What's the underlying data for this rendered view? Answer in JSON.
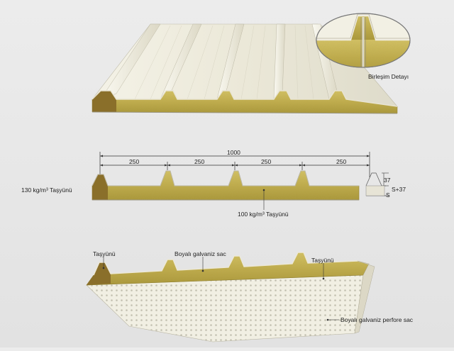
{
  "section1": {
    "detail_label": "Birleşim Detayı"
  },
  "section2": {
    "total_width": "1000",
    "spacings": [
      "250",
      "250",
      "250",
      "250"
    ],
    "left_label": "130 kg/m³ Taşyünü",
    "bottom_label": "100  kg/m³ Taşyünü",
    "rib_height": "37",
    "thickness_label": "S+37",
    "thickness_symbol": "S"
  },
  "section3": {
    "label_left": "Taşyünü",
    "label_top": "Boyalı galvaniz sac",
    "label_right": "Taşyünü",
    "label_bottom": "Boyalı galvaniz perfore sac"
  },
  "colors": {
    "steel": "#e9e6d6",
    "steel_shadow": "#c9c6b4",
    "wool": "#bba94a",
    "wool_dark": "#8f7f2c",
    "wool_light": "#d8c870",
    "line": "#333333"
  }
}
